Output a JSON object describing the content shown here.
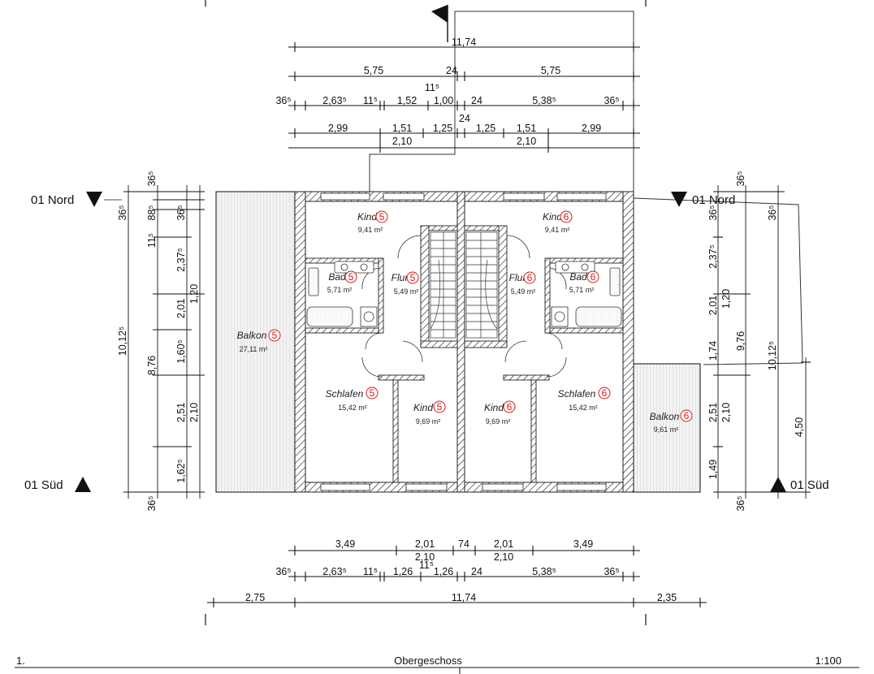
{
  "top_dims": {
    "total": "11,74",
    "row1": [
      "5,75",
      "24",
      "5,75"
    ],
    "row2": [
      "36⁵",
      "2,63⁵",
      "11⁵",
      "1,52",
      "1,00",
      "24",
      "5,38⁵",
      "36⁵"
    ],
    "row2_extra": "11⁵",
    "row3": [
      "2,99",
      "1,51",
      "1,25",
      "1,25",
      "1,51",
      "2,99"
    ],
    "row3_sub": [
      "2,10",
      "2,10"
    ],
    "row3_extra": "24"
  },
  "bottom_dims": {
    "row1": [
      "3,49",
      "2,01",
      "74",
      "2,01",
      "3,49"
    ],
    "row1_sub": [
      "2,10",
      "2,10"
    ],
    "row2": [
      "36⁵",
      "2,63⁵",
      "11⁵",
      "1,26",
      "1,26",
      "24",
      "5,38⁵",
      "36⁵"
    ],
    "row2_extra": "11⁵",
    "row3": [
      "2,75",
      "11,74",
      "2,35"
    ]
  },
  "left_dims": {
    "outer": "10,12⁵",
    "mid": "8,76",
    "inner_a": [
      "36⁵",
      "11⁵",
      "36⁵"
    ],
    "inner_b": [
      "88⁵",
      "2,37⁵",
      "2,01",
      "1,60⁵",
      "2,51",
      "1,62⁵"
    ],
    "inner_c": [
      "36⁵",
      "1,20",
      "2,10"
    ],
    "bottom": "36⁵"
  },
  "right_dims": {
    "outer": "10,12⁵",
    "mid": "9,76",
    "inner_a": [
      "36⁵",
      "2,37⁵",
      "2,01",
      "1,74",
      "2,51",
      "1,49"
    ],
    "inner_b": [
      "36⁵",
      "1,20",
      "2,10"
    ],
    "balcony": "4,50",
    "bottom": "36⁵"
  },
  "sections": {
    "north_left": "01 Nord",
    "north_right": "01 Nord",
    "south_left": "01 Süd",
    "south_right": "01 Süd"
  },
  "rooms": [
    {
      "name": "Kind",
      "unit": "5",
      "area": "9,41 m²"
    },
    {
      "name": "Kind",
      "unit": "6",
      "area": "9,41 m²"
    },
    {
      "name": "Bad",
      "unit": "5",
      "area": "5,71 m²"
    },
    {
      "name": "Flur",
      "unit": "5",
      "area": "5,49 m²"
    },
    {
      "name": "Flur",
      "unit": "6",
      "area": "5,49 m²"
    },
    {
      "name": "Bad",
      "unit": "6",
      "area": "5,71 m²"
    },
    {
      "name": "Balkon",
      "unit": "5",
      "area": "27,11 m²"
    },
    {
      "name": "Schlafen",
      "unit": "5",
      "area": "15,42 m²"
    },
    {
      "name": "Kind",
      "unit": "5",
      "area": "9,69 m²"
    },
    {
      "name": "Kind",
      "unit": "6",
      "area": "9,69 m²"
    },
    {
      "name": "Schlafen",
      "unit": "6",
      "area": "15,42 m²"
    },
    {
      "name": "Balkon",
      "unit": "6",
      "area": "9,61 m²"
    }
  ],
  "footer": {
    "index": "1.",
    "title": "Obergeschoss",
    "scale": "1:100"
  }
}
